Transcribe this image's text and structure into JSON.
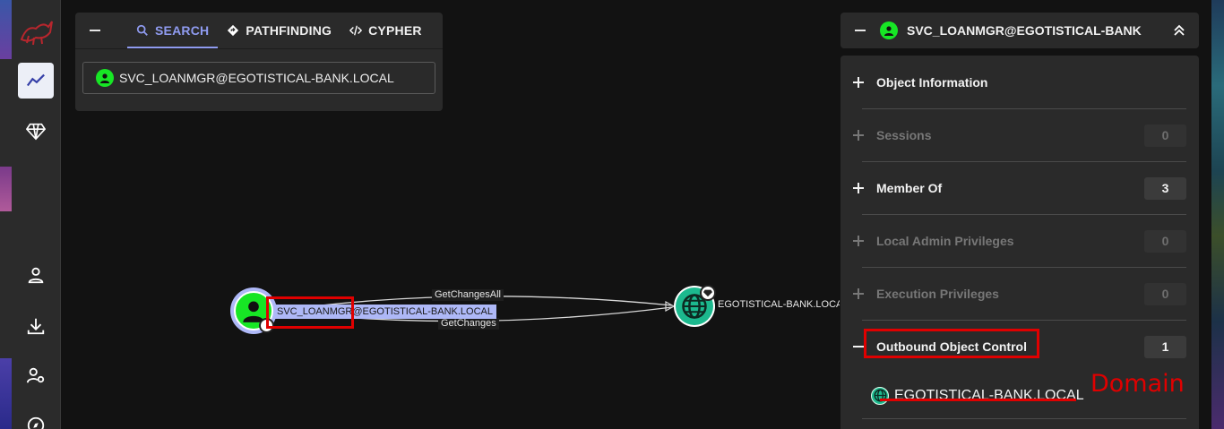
{
  "nav": {
    "items": [
      "logo-icon",
      "graph-icon",
      "gem-icon",
      "user-icon",
      "download-icon",
      "user-settings-icon",
      "compass-icon"
    ]
  },
  "search": {
    "tabs": [
      {
        "label": "SEARCH",
        "icon": "search-icon",
        "active": true
      },
      {
        "label": "PATHFINDING",
        "icon": "diamond-route-icon",
        "active": false
      },
      {
        "label": "CYPHER",
        "icon": "code-icon",
        "active": false
      }
    ],
    "value": "SVC_LOANMGR@EGOTISTICAL-BANK.LOCAL"
  },
  "graph": {
    "source_label": "SVC_LOANMGR@EGOTISTICAL-BANK.LOCAL",
    "target_label": "EGOTISTICAL-BANK.LOCAL",
    "edges": [
      "GetChangesAll",
      "GetChanges"
    ]
  },
  "entity": {
    "title": "SVC_LOANMGR@EGOTISTICAL-BANK.LOCAL",
    "sections": [
      {
        "label": "Object Information",
        "count": null,
        "state": "bright"
      },
      {
        "label": "Sessions",
        "count": "0",
        "state": "dim"
      },
      {
        "label": "Member Of",
        "count": "3",
        "state": "bright"
      },
      {
        "label": "Local Admin Privileges",
        "count": "0",
        "state": "dim"
      },
      {
        "label": "Execution Privileges",
        "count": "0",
        "state": "dim"
      },
      {
        "label": "Outbound Object Control",
        "count": "1",
        "state": "bright",
        "expanded": true
      }
    ],
    "outbound_item": "EGOTISTICAL-BANK.LOCAL"
  },
  "annotation": {
    "text": "Domain",
    "color": "#e00000"
  },
  "colors": {
    "accent": "#8f9bf0",
    "user_node": "#17e625",
    "domain_node": "#1cb98e",
    "highlight": "#e00000"
  }
}
